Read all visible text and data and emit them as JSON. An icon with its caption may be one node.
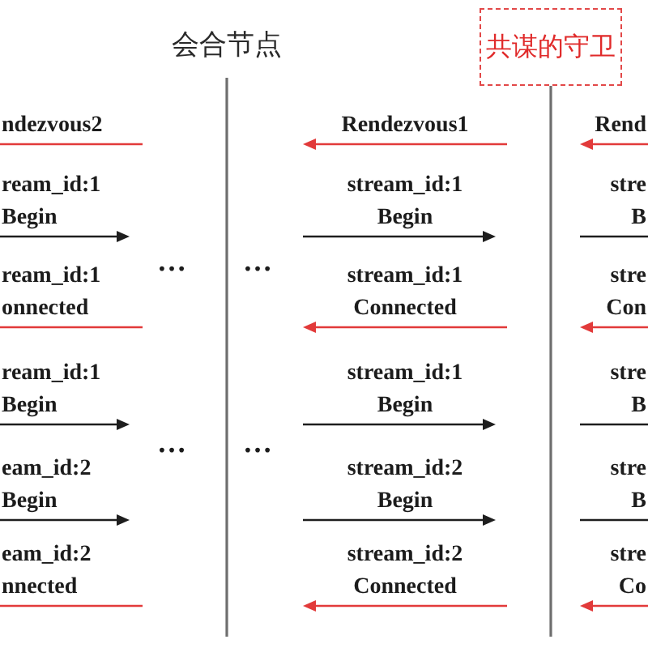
{
  "diagram": {
    "nodes": [
      {
        "text": [
          "共谋的守卫"
        ]
      }
    ],
    "labels": [
      "会合节点",
      "ndezvous2",
      "Rendezvous1",
      "Rend",
      "ream_id:1 Begin",
      "stream_id:1 Begin",
      "stre B",
      "…",
      "…",
      "ream_id:1 onnected",
      "stream_id:1 Connected",
      "stre Con",
      "ream_id:1 Begin",
      "stream_id:1 Begin",
      "stre B",
      "…",
      "…",
      "eam_id:2 Begin",
      "stream_id:2 Begin",
      "stre B",
      "eam_id:2 nnected",
      "stream_id:2 Connected",
      "stre Co"
    ]
  }
}
